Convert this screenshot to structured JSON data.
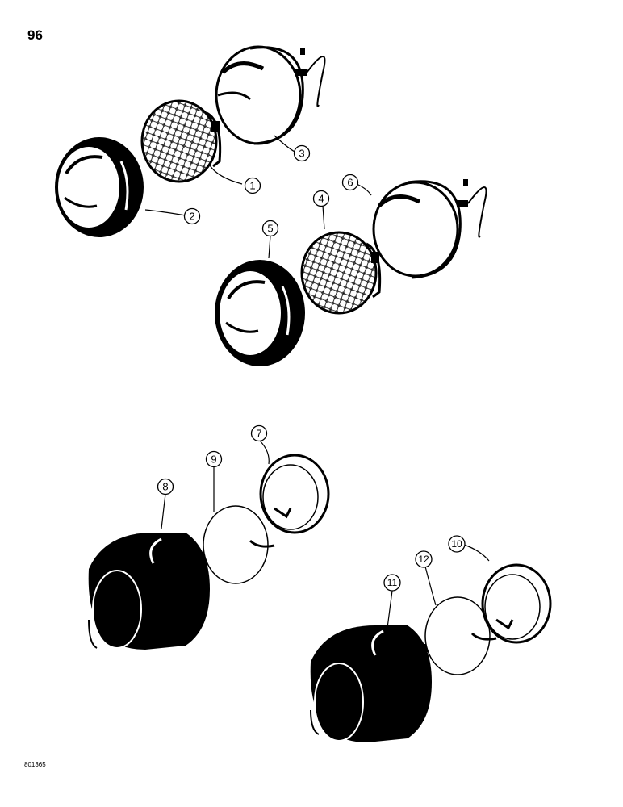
{
  "page": {
    "number": "96",
    "figure_code": "801365"
  },
  "colors": {
    "ink": "#000000",
    "paper": "#ffffff"
  },
  "callouts": [
    "1",
    "2",
    "3",
    "4",
    "5",
    "6",
    "7",
    "8",
    "9",
    "10",
    "11",
    "12"
  ],
  "parts": [
    {
      "icon": "lamp-lens-icon",
      "callout": "1"
    },
    {
      "icon": "bezel-ring-icon",
      "callout": "2"
    },
    {
      "icon": "lamp-housing-icon",
      "callout": "3"
    },
    {
      "icon": "lamp-lens-icon",
      "callout": "4"
    },
    {
      "icon": "bezel-ring-icon",
      "callout": "5"
    },
    {
      "icon": "lamp-housing-icon",
      "callout": "6"
    },
    {
      "icon": "lamp-lens-icon",
      "callout": "7"
    },
    {
      "icon": "lamp-housing-icon",
      "callout": "8"
    },
    {
      "icon": "mounting-plate-icon",
      "callout": "9"
    },
    {
      "icon": "lamp-lens-icon",
      "callout": "10"
    },
    {
      "icon": "lamp-housing-icon",
      "callout": "11"
    },
    {
      "icon": "mounting-plate-icon",
      "callout": "12"
    }
  ]
}
